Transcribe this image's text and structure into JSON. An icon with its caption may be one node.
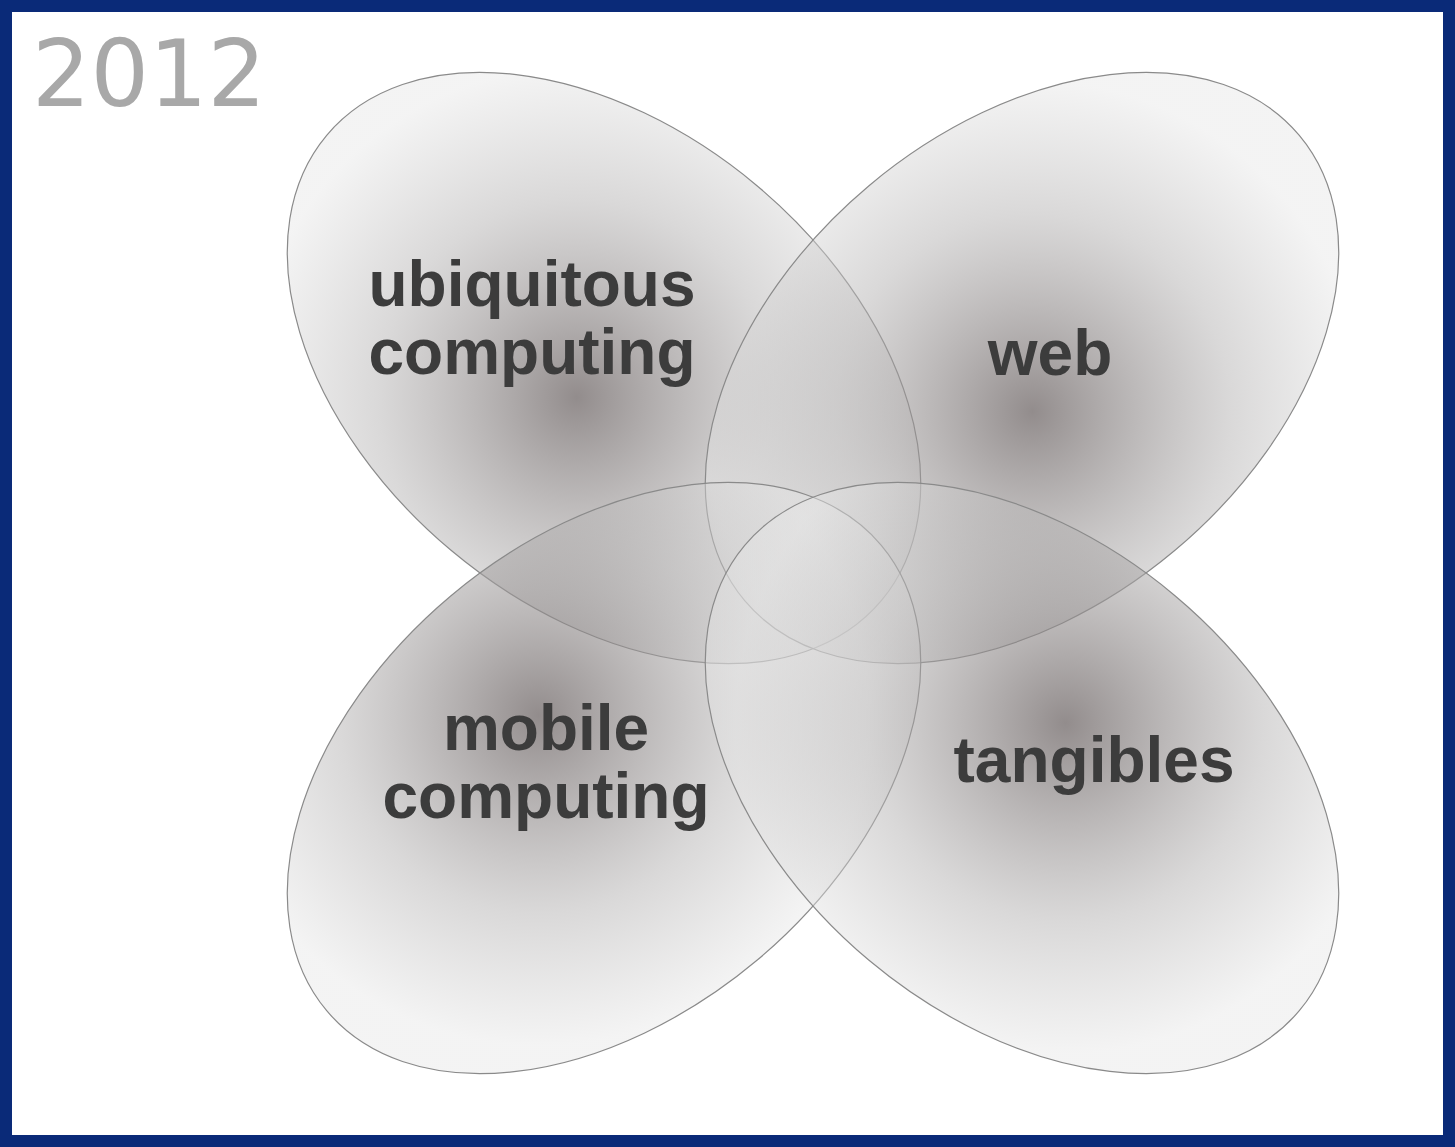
{
  "diagram": {
    "title": "2012",
    "nodes": [
      {
        "text": [
          "ubiquitous computing"
        ]
      },
      {
        "text": [
          "web"
        ]
      },
      {
        "text": [
          "mobile computing"
        ]
      },
      {
        "text": [
          "tangibles"
        ]
      }
    ]
  }
}
